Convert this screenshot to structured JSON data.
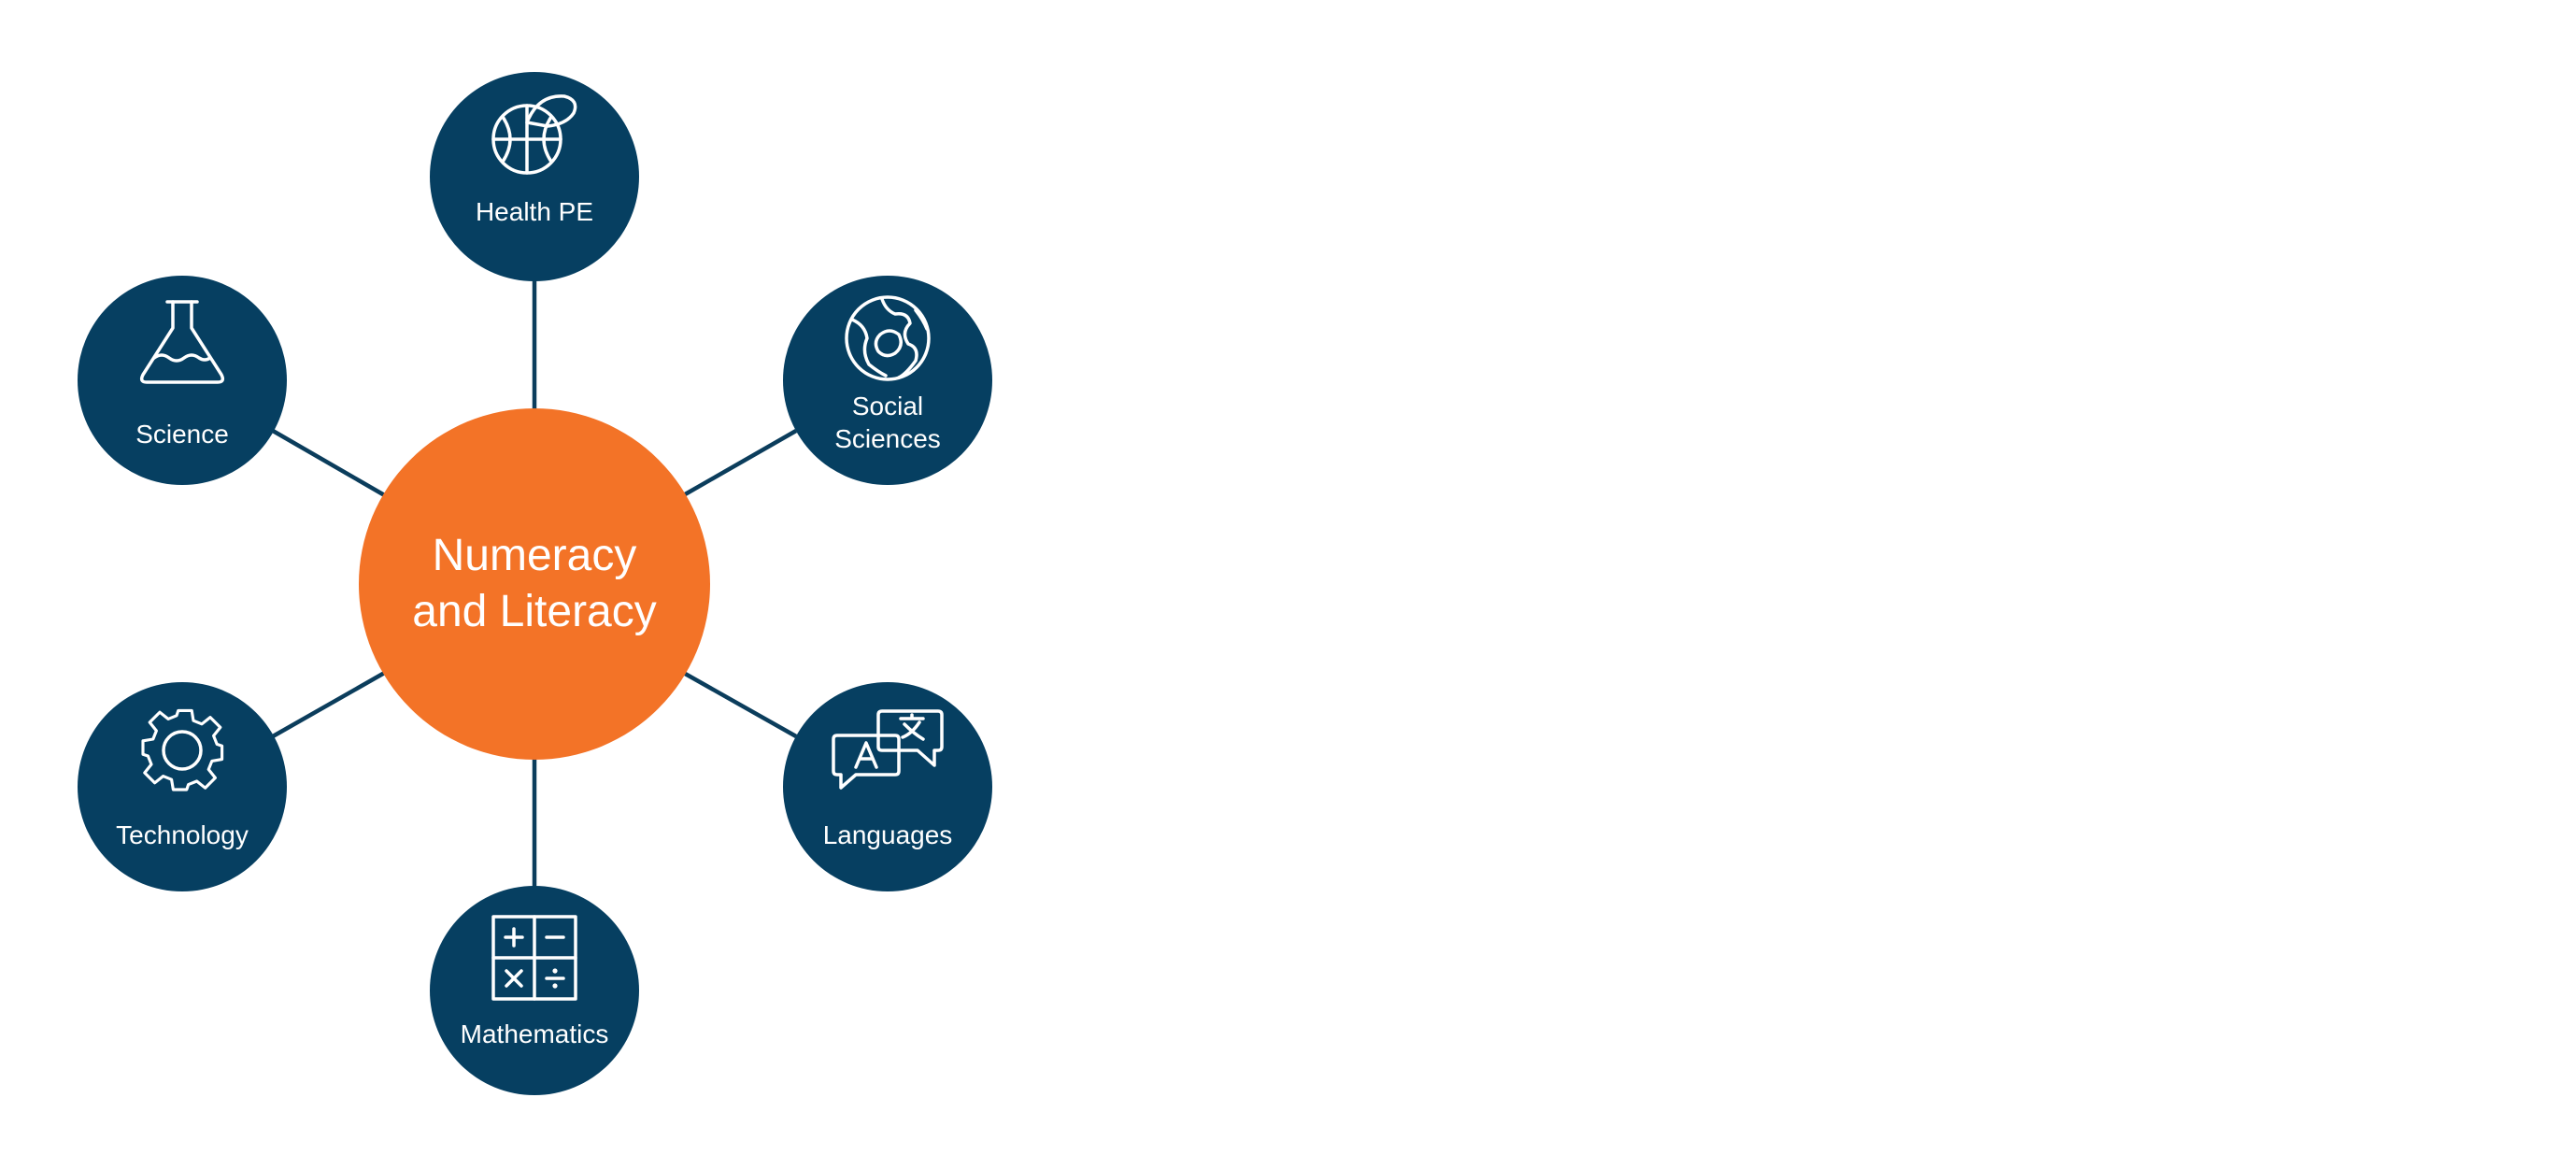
{
  "colors": {
    "hub": "#f37327",
    "node": "#063f61",
    "connector": "#0b3d5c",
    "text": "#ffffff",
    "background": "#ffffff"
  },
  "hub": {
    "line1": "Numeracy",
    "line2": "and Literacy"
  },
  "nodes": {
    "health_pe": {
      "label": "Health PE",
      "icon": "sports-ball-icon"
    },
    "social_sciences": {
      "line1": "Social",
      "line2": "Sciences",
      "icon": "globe-icon"
    },
    "languages": {
      "label": "Languages",
      "icon": "translation-bubbles-icon"
    },
    "mathematics": {
      "label": "Mathematics",
      "icon": "calculator-symbols-icon"
    },
    "technology": {
      "label": "Technology",
      "icon": "gear-icon"
    },
    "science": {
      "label": "Science",
      "icon": "flask-icon"
    }
  }
}
